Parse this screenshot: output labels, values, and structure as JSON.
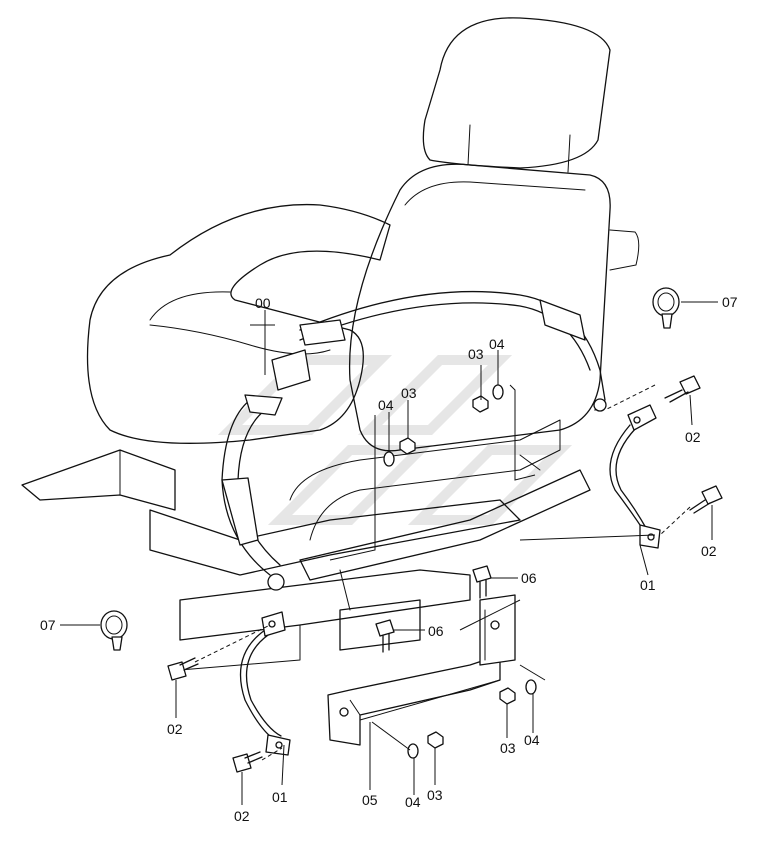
{
  "callouts": {
    "c00": "00",
    "c01_right": "01",
    "c01_left": "01",
    "c02_right_top": "02",
    "c02_right_bottom": "02",
    "c02_left_top": "02",
    "c02_left_bottom": "02",
    "c03_upper_left": "03",
    "c03_upper_right": "03",
    "c03_lower_right": "03",
    "c03_lower_center": "03",
    "c04_upper_left": "04",
    "c04_upper_right": "04",
    "c04_lower_right": "04",
    "c04_lower_center": "04",
    "c05": "05",
    "c06_upper": "06",
    "c06_lower": "06",
    "c07_right": "07",
    "c07_left": "07"
  }
}
